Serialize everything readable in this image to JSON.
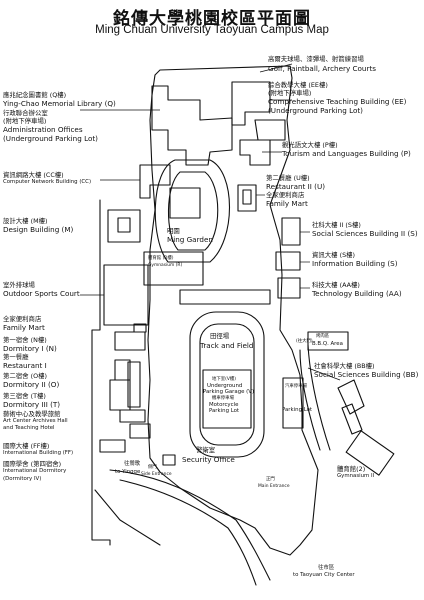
{
  "title": {
    "zh": "銘傳大學桃園校區平面圖",
    "en": "Ming Chuan University Taoyuan Campus Map"
  },
  "labels": {
    "golf_zh": "高爾夫球場、漆彈場、射箭練習場",
    "golf_en": "Golf, Paintball, Archery Courts",
    "ee_zh": "綜合教學大樓 (EE樓)",
    "ee_zh2": "(附地下停車場)",
    "ee_en": "Comprehensive Teaching Building (EE)",
    "ee_en2": "(Underground Parking Lot)",
    "q_zh": "應兆紀念圖書館 (Q樓)",
    "q_en": "Ying-Chao Memorial Library (Q)",
    "q_zh2": "行政聯合辦公室",
    "q_zh3": "(附地下停車場)",
    "q_en2": "Administration Offices",
    "q_en3": "(Underground Parking Lot)",
    "p_zh": "觀光語文大樓 (P樓)",
    "p_en": "Tourism and Languages Building (P)",
    "cc_zh": "資訊網路大樓 (CC樓)",
    "cc_en": "Computer Network Building (CC)",
    "u_zh": "第二餐廳 (U樓)",
    "u_en": "Restaurant II (U)",
    "u_zh2": "全家便利商店",
    "u_en2": "Family Mart",
    "m_zh": "設計大樓 (M樓)",
    "m_en": "Design Building (M)",
    "garden_zh": "明園",
    "garden_en": "Ming Garden",
    "gym_zh": "體育館 (R樓)",
    "gym_en": "Gymnasium (R)",
    "ss2_zh": "社科大樓 II (S樓)",
    "ss2_en": "Social Sciences Building II (S)",
    "s_zh": "資訊大樓 (S樓)",
    "s_en": "Information Building (S)",
    "aa_zh": "科技大樓 (AA樓)",
    "aa_en": "Technology Building (AA)",
    "court_zh": "室外排球場",
    "court_en": "Outdoor Sports Court",
    "fm_zh": "全家便利商店",
    "fm_en": "Family Mart",
    "n_zh": "第一宿舍 (N樓)",
    "n_en": "Dormitory I (N)",
    "r1_zh": "第一餐廳",
    "r1_en": "Restaurant I",
    "track_zh": "田徑場",
    "track_en": "Track and Field",
    "bbq_zh": "烤肉區",
    "bbq_en": "B.B.Q. Area",
    "bb_zh": "社會科學大樓 (BB樓)",
    "bb_en": "Social Sciences Building (BB)",
    "o_zh": "第二宿舍 (O樓)",
    "o_en": "Dormitory II (O)",
    "v_zh": "地下室(V樓)",
    "v_en1": "Underground",
    "v_en2": "Parking Garage (V)",
    "v_zh2": "機車停車場",
    "v_en3": "Motorcycle",
    "v_en4": "Parking Lot",
    "t_zh": "第三宿舍 (T樓)",
    "t_en": "Dormitory III (T)",
    "art_zh": "藝術中心及教學旅館",
    "art_en": "Art Center Archives Hall",
    "art_en2": "and Teaching Hotel",
    "parking_zh": "汽車停車場",
    "parking_en": "Parking Lot",
    "ff_zh": "國際大樓 (FF樓)",
    "ff_en": "International Building (FF)",
    "iv_zh": "國際學舍 (第四宿舍)",
    "iv_en": "International Dormitory",
    "iv_en2": "(Dormitory IV)",
    "security_zh": "警衛室",
    "security_en": "Security Office",
    "yingge_zh": "往鶯歌",
    "yingge_en": "to Yingge",
    "side_zh": "側門",
    "side_en": "Side Entrance",
    "main_zh": "正門",
    "main_en": "Main Entrance",
    "gym2_zh": "體育館(2)",
    "gym2_en": "Gymnasium II",
    "city_zh": "往市區",
    "city_en": "to Taoyuan City Center",
    "side_road": "(往大門)"
  }
}
